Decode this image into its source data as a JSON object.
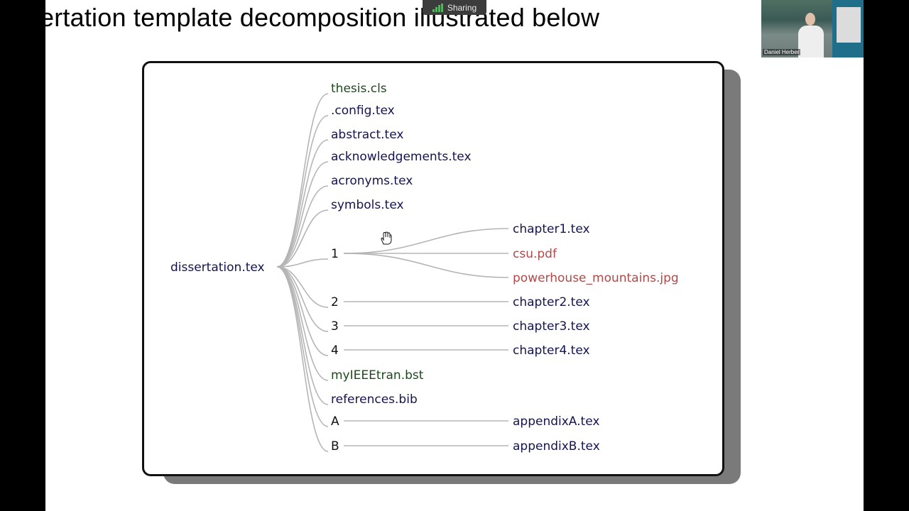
{
  "slide": {
    "title": "ertation template decomposition illustrated below"
  },
  "share": {
    "label": "Sharing",
    "icon": "signal-bars-icon",
    "icon_color": "#2ecc40"
  },
  "video": {
    "participant_name": "Daniel Herber"
  },
  "colors": {
    "tex": "#141450",
    "aux": "#1d4a1d",
    "img": "#b04a4a",
    "edge": "#b5b5b5"
  },
  "tree": {
    "root": "dissertation.tex",
    "children": [
      {
        "label": "thesis.cls",
        "kind": "aux"
      },
      {
        "label": ".config.tex",
        "kind": "tex"
      },
      {
        "label": "abstract.tex",
        "kind": "tex"
      },
      {
        "label": "acknowledgements.tex",
        "kind": "tex"
      },
      {
        "label": "acronyms.tex",
        "kind": "tex"
      },
      {
        "label": "symbols.tex",
        "kind": "tex"
      },
      {
        "label": "1",
        "kind": "num",
        "children": [
          {
            "label": "chapter1.tex",
            "kind": "tex"
          },
          {
            "label": "csu.pdf",
            "kind": "img"
          },
          {
            "label": "powerhouse_mountains.jpg",
            "kind": "img"
          }
        ]
      },
      {
        "label": "2",
        "kind": "num",
        "children": [
          {
            "label": "chapter2.tex",
            "kind": "tex"
          }
        ]
      },
      {
        "label": "3",
        "kind": "num",
        "children": [
          {
            "label": "chapter3.tex",
            "kind": "tex"
          }
        ]
      },
      {
        "label": "4",
        "kind": "num",
        "children": [
          {
            "label": "chapter4.tex",
            "kind": "tex"
          }
        ]
      },
      {
        "label": "myIEEEtran.bst",
        "kind": "aux"
      },
      {
        "label": "references.bib",
        "kind": "tex"
      },
      {
        "label": "A",
        "kind": "num",
        "children": [
          {
            "label": "appendixA.tex",
            "kind": "tex"
          }
        ]
      },
      {
        "label": "B",
        "kind": "num",
        "children": [
          {
            "label": "appendixB.tex",
            "kind": "tex"
          }
        ]
      }
    ]
  }
}
